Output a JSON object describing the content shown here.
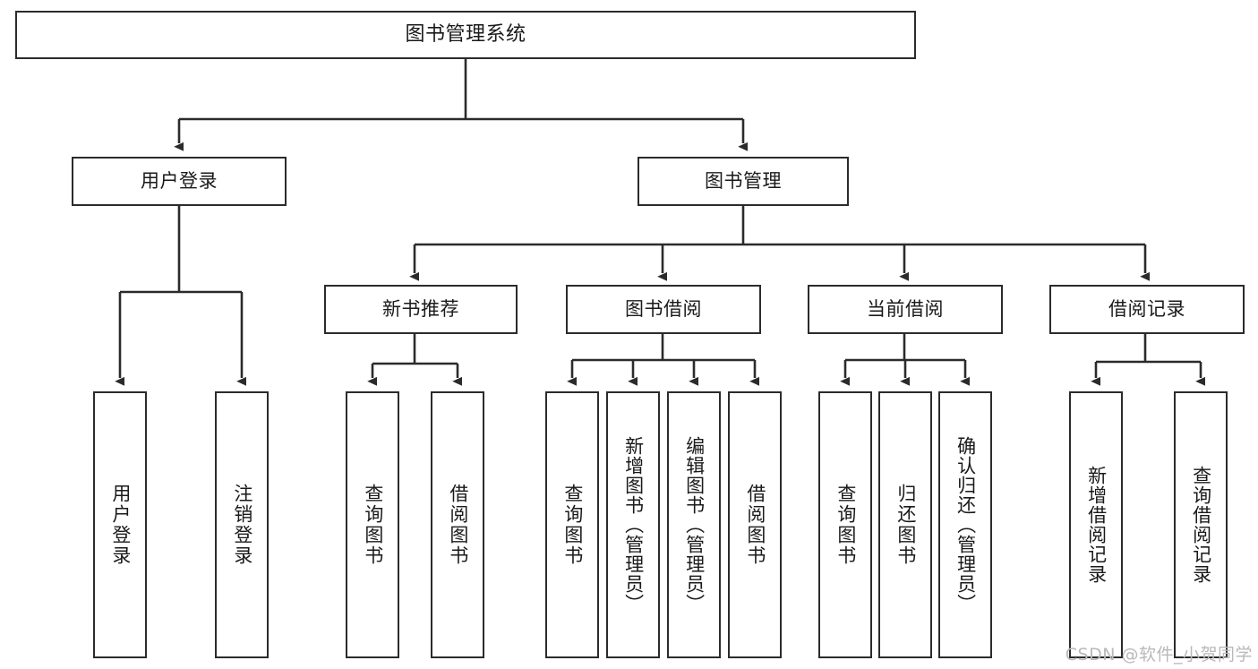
{
  "diagram": {
    "title": "图书管理系统",
    "type": "tree-structure-chart",
    "watermark": "CSDN @软件_小贺同学",
    "colors": {
      "box_border": "#2b2b2b",
      "box_fill": "#ffffff",
      "connector": "#2b2b2b",
      "text": "#1a1a1a",
      "watermark": "#b9b9b9",
      "background": "#ffffff"
    },
    "root": {
      "label": "图书管理系统"
    },
    "level1": [
      {
        "label": "用户登录"
      },
      {
        "label": "图书管理"
      }
    ],
    "level2": [
      {
        "label": "新书推荐"
      },
      {
        "label": "图书借阅"
      },
      {
        "label": "当前借阅"
      },
      {
        "label": "借阅记录"
      }
    ],
    "leaves": [
      {
        "label": "用户登录"
      },
      {
        "label": "注销登录"
      },
      {
        "label": "查询图书"
      },
      {
        "label": "借阅图书"
      },
      {
        "label": "查询图书"
      },
      {
        "label": "新增图书（管理员）"
      },
      {
        "label": "编辑图书（管理员）"
      },
      {
        "label": "借阅图书"
      },
      {
        "label": "查询图书"
      },
      {
        "label": "归还图书"
      },
      {
        "label": "确认归还（管理员）"
      },
      {
        "label": "新增借阅记录"
      },
      {
        "label": "查询借阅记录"
      }
    ]
  }
}
